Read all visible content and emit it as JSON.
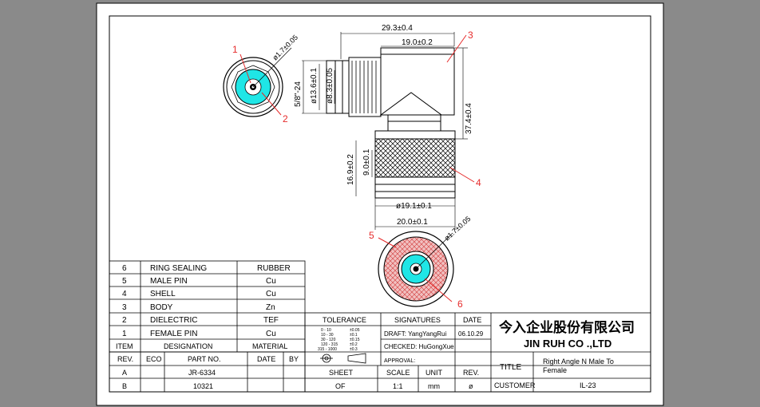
{
  "dimensions": {
    "d1": "29.3±0.4",
    "d2": "19.0±0.2",
    "d3": "37.4±0.4",
    "d4": "16.9±0.2",
    "d5": "9.0±0.1",
    "d6": "ø19.1±0.1",
    "d7": "20.0±0.1",
    "d8": "ø1.7±0.05",
    "d9": "ø1.7±0.05",
    "d10": "5/8\"-24",
    "d11": "ø13.6±0.1",
    "d12": "ø8.3±0.05"
  },
  "callouts": [
    "1",
    "2",
    "3",
    "4",
    "5",
    "6"
  ],
  "bom": {
    "rows": [
      {
        "item": "6",
        "designation": "RING SEALING",
        "material": "RUBBER"
      },
      {
        "item": "5",
        "designation": "MALE PIN",
        "material": "Cu"
      },
      {
        "item": "4",
        "designation": "SHELL",
        "material": "Cu"
      },
      {
        "item": "3",
        "designation": "BODY",
        "material": "Zn"
      },
      {
        "item": "2",
        "designation": "DIELECTRIC",
        "material": "TEF"
      },
      {
        "item": "1",
        "designation": "FEMALE PIN",
        "material": "Cu"
      }
    ],
    "header": {
      "item": "ITEM",
      "designation": "DESIGNATION",
      "material": "MATERIAL"
    }
  },
  "revisions": {
    "header": {
      "rev": "REV.",
      "eco": "ECO",
      "part": "PART NO.",
      "date": "DATE",
      "by": "BY"
    },
    "rows": [
      {
        "rev": "A",
        "part": "JR-6334"
      },
      {
        "rev": "B",
        "part": "10321"
      }
    ]
  },
  "title_block": {
    "tolerance_label": "TOLERANCE",
    "signatures_label": "SIGNATURES",
    "date_label": "DATE",
    "tolerance_table": [
      [
        "0 - 10",
        "±0.05"
      ],
      [
        "10 - 30",
        "±0.1"
      ],
      [
        "30 - 120",
        "±0.15"
      ],
      [
        "120 - 315",
        "±0.2"
      ],
      [
        "315 - 1000",
        "±0.3"
      ]
    ],
    "draft": "DRAFT: YangYangRui",
    "checked": "CHECKED: HuGongXue",
    "approval": "APPROVAL:",
    "draft_date": "06.10.29",
    "company_cn": "今入企业股份有限公司",
    "company_en": "JIN  RUH  CO .,LTD",
    "title_label": "TITLE",
    "title_value": "Right Angle N Male To Female",
    "sheet_label": "SHEET",
    "sheet_value": "OF",
    "scale_label": "SCALE",
    "scale_value": "1:1",
    "unit_label": "UNIT",
    "unit_value": "mm",
    "rev_label": "REV.",
    "rev_value": "ø",
    "customer_label": "CUSTOMER",
    "customer_value": "IL-23"
  },
  "colors": {
    "background": "#8a8a8a",
    "paper": "#ffffff",
    "cyan": "#1fe6e6",
    "red": "#e62b2b",
    "hatch_pink": "#f1c0c0"
  }
}
